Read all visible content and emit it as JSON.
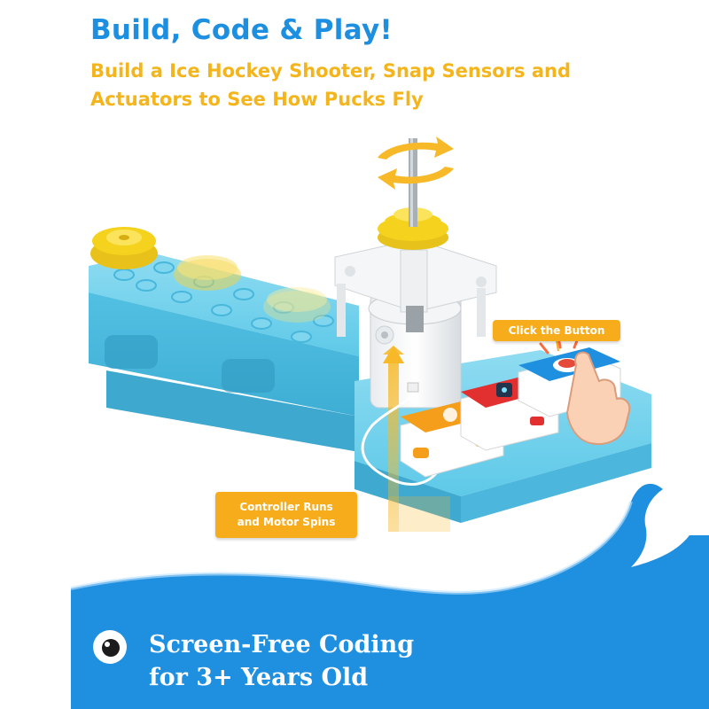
{
  "header": {
    "title": "Build, Code & Play!",
    "subtitle": "Build a Ice Hockey Shooter, Snap Sensors and Actuators to See How Pucks Fly"
  },
  "callouts": {
    "button": "Click the Button",
    "motor": "Controller Runs\nand Motor Spins"
  },
  "footer": {
    "tagline": "Screen-Free Coding\nfor 3+ Years Old"
  },
  "colors": {
    "title_blue": "#1d8fe1",
    "subtitle_yellow": "#f3b51b",
    "callout_orange": "#f7ac1c",
    "wave_blue": "#1f8fe0",
    "brick_blue": "#5ec9e8",
    "wheel_yellow": "#f5d21e"
  },
  "icons": {
    "footer": "eye-icon",
    "rotation": "rotate-arrows-icon",
    "motion": "up-arrow-icon"
  }
}
